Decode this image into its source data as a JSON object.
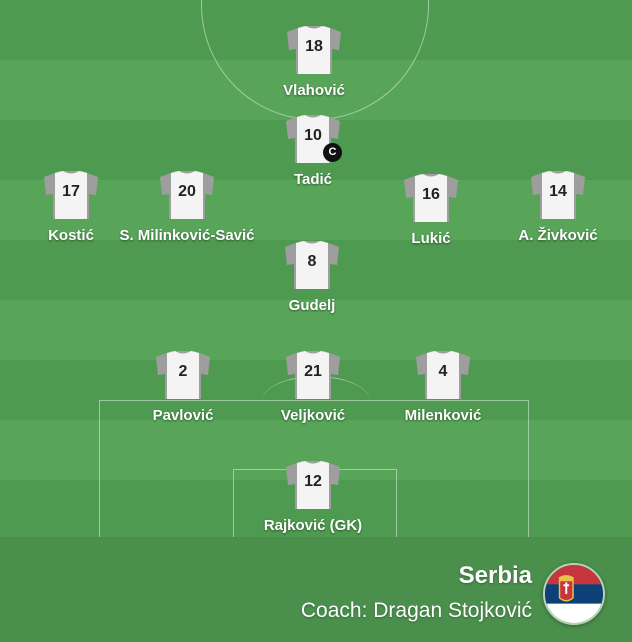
{
  "team": {
    "name": "Serbia",
    "coach": "Coach: Dragan Stojković",
    "flag_colors": [
      "#c6363c",
      "#0c4076",
      "#ffffff"
    ]
  },
  "colors": {
    "shirt_body": "#f4f4f4",
    "shirt_sleeves": "#9e9e9e",
    "pitch_dark": "#4f9a51",
    "pitch_light": "#58a55a"
  },
  "players": [
    {
      "number": "18",
      "name": "Vlahović"
    },
    {
      "number": "10",
      "name": "Tadić",
      "captain_badge": "C"
    },
    {
      "number": "17",
      "name": "Kostić"
    },
    {
      "number": "20",
      "name": "S. Milinković-Savić"
    },
    {
      "number": "16",
      "name": "Lukić"
    },
    {
      "number": "14",
      "name": "A. Živković"
    },
    {
      "number": "8",
      "name": "Gudelj"
    },
    {
      "number": "2",
      "name": "Pavlović"
    },
    {
      "number": "21",
      "name": "Veljković"
    },
    {
      "number": "4",
      "name": "Milenković"
    },
    {
      "number": "12",
      "name": "Rajković (GK)"
    }
  ]
}
